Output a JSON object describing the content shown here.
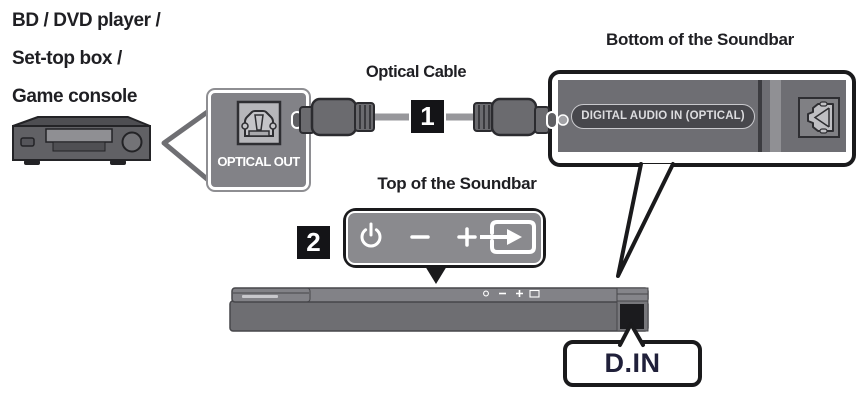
{
  "source_device": {
    "label_lines": [
      "BD / DVD player /",
      "Set-top box /",
      "Game console"
    ]
  },
  "optical_out_callout": {
    "label": "OPTICAL OUT"
  },
  "cable": {
    "label": "Optical Cable",
    "step": "1"
  },
  "soundbar_bottom": {
    "title": "Bottom of the Soundbar",
    "jack_label": "DIGITAL AUDIO IN (OPTICAL)"
  },
  "soundbar_top": {
    "title": "Top of the Soundbar",
    "step": "2",
    "button_icons": [
      "power-icon",
      "volume-down-icon",
      "volume-up-icon",
      "source-icon"
    ]
  },
  "din_callout": {
    "label": "D.IN"
  },
  "colors": {
    "outline_black": "#1a1a1c",
    "panel_gray": "#6e6e73",
    "callout_gray": "#828287",
    "control_gray": "#8a8a8e",
    "jack_pill": "#47474c",
    "text_dark": "#1f1f23"
  }
}
